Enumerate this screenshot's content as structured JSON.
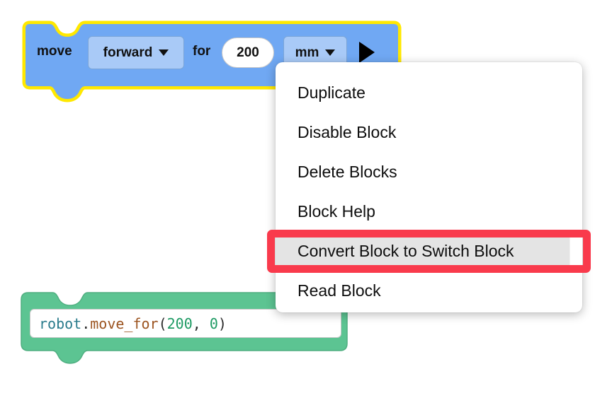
{
  "workspace": {
    "background_color": "#ffffff"
  },
  "blocks": [
    {
      "id": "move-block",
      "type": "motion-block",
      "color": "#70a8f3",
      "selected": true,
      "selection_outline_color": "#ffe800",
      "label_start": "move",
      "direction_dropdown": {
        "value": "forward",
        "icon": "chevron-down-icon"
      },
      "label_middle": "for",
      "distance_value": "200",
      "unit_dropdown": {
        "value": "mm",
        "icon": "chevron-down-icon"
      },
      "run_icon": "play-triangle-icon"
    },
    {
      "id": "code-block",
      "type": "python-block",
      "color": "#5cc492",
      "selected": false,
      "code_tokens": [
        {
          "text": "robot",
          "kind": "object",
          "color": "#2a7b8c"
        },
        {
          "text": ".",
          "kind": "punct",
          "color": "#2b2b2b"
        },
        {
          "text": "move_for",
          "kind": "function",
          "color": "#9c5420"
        },
        {
          "text": "(",
          "kind": "punct",
          "color": "#2b2b2b"
        },
        {
          "text": "200",
          "kind": "number",
          "color": "#1d9a63"
        },
        {
          "text": ", ",
          "kind": "punct",
          "color": "#2b2b2b"
        },
        {
          "text": "0",
          "kind": "number",
          "color": "#1d9a63"
        },
        {
          "text": ")",
          "kind": "punct",
          "color": "#2b2b2b"
        }
      ],
      "code_plain": "robot.move_for(200, 0)"
    }
  ],
  "context_menu": {
    "visible": true,
    "items": [
      {
        "label": "Duplicate",
        "selected": false
      },
      {
        "label": "Disable Block",
        "selected": false
      },
      {
        "label": "Delete Blocks",
        "selected": false
      },
      {
        "label": "Block Help",
        "selected": false
      },
      {
        "label": "Convert Block to Switch Block",
        "selected": true
      },
      {
        "label": "Read Block",
        "selected": false
      }
    ]
  },
  "annotation": {
    "target_label": "Convert Block to Switch Block",
    "color": "#f93a4c",
    "shape": "rectangle-outline"
  }
}
